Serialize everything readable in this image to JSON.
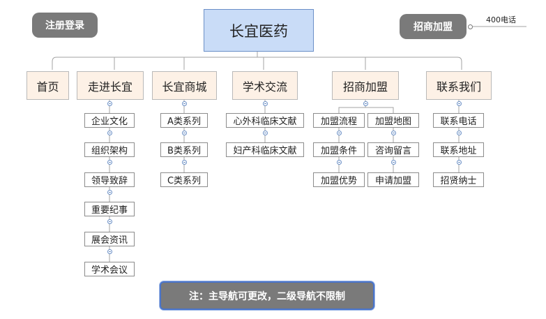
{
  "root": "长宜医药",
  "register_login": "注册登录",
  "investment": "招商加盟",
  "phone_label": "400电话",
  "nav": {
    "home": "首页",
    "about": "走进长宜",
    "mall": "长宜商城",
    "academic": "学术交流",
    "franchise": "招商加盟",
    "contact": "联系我们"
  },
  "about_items": [
    "企业文化",
    "组织架构",
    "领导致辞",
    "重要纪事",
    "展会资讯",
    "学术会议"
  ],
  "mall_items": [
    "A类系列",
    "B类系列",
    "C类系列"
  ],
  "academic_items": [
    "心外科临床文献",
    "妇产科临床文献"
  ],
  "franchise_left": [
    "加盟流程",
    "加盟条件",
    "加盟优势"
  ],
  "franchise_right": [
    "加盟地图",
    "咨询留言",
    "申请加盟"
  ],
  "contact_items": [
    "联系电话",
    "联系地址",
    "招贤纳士"
  ],
  "note": "注：主导航可更改，二级导航不限制",
  "colors": {
    "root_fill": "#c9dcf7",
    "top_fill": "#fdf1e6",
    "dark_fill": "#7a7a7a",
    "note_border": "#4a74c9"
  }
}
